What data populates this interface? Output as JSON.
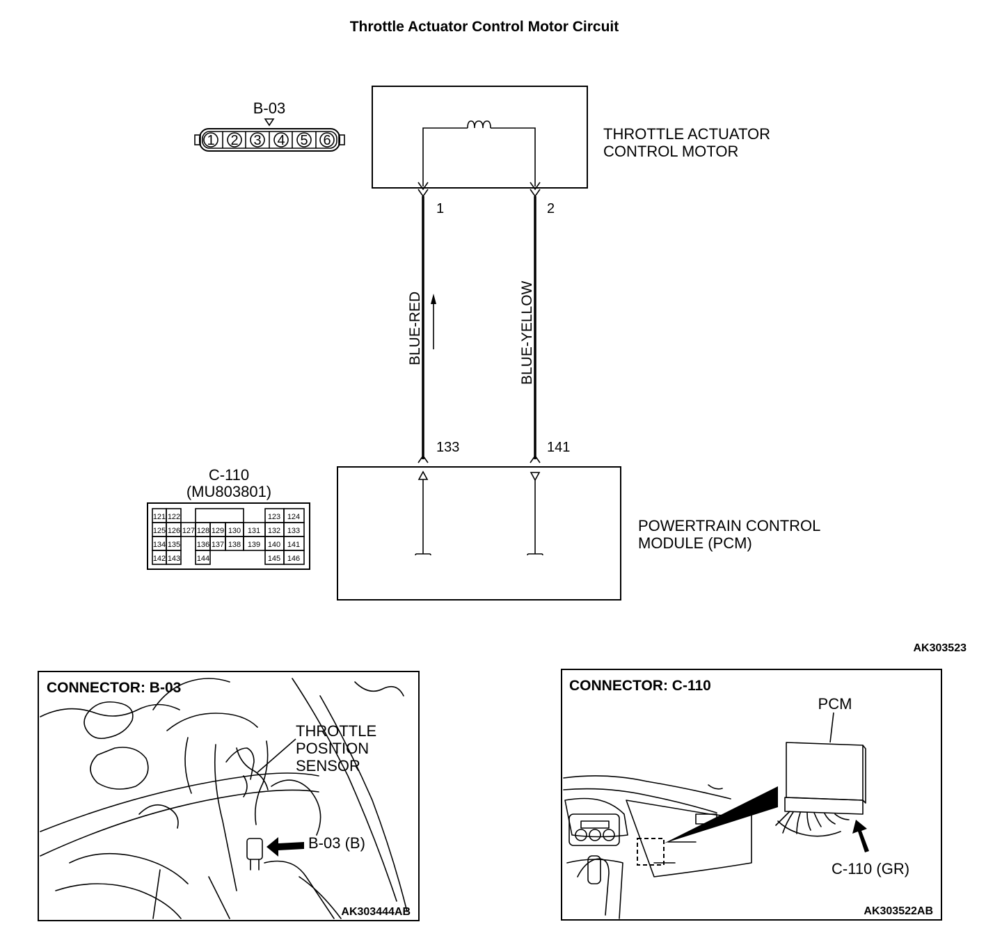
{
  "title": "Throttle Actuator Control Motor Circuit",
  "motor": {
    "label_line1": "THROTTLE ACTUATOR",
    "label_line2": "CONTROL MOTOR"
  },
  "pcm": {
    "label_line1": "POWERTRAIN CONTROL",
    "label_line2": "MODULE (PCM)"
  },
  "wires": [
    {
      "color_label": "BLUE-RED",
      "motor_pin": "1",
      "pcm_pin": "133"
    },
    {
      "color_label": "BLUE-YELLOW",
      "motor_pin": "2",
      "pcm_pin": "141"
    }
  ],
  "connector_b03": {
    "name": "B-03",
    "pins": [
      "1",
      "2",
      "3",
      "4",
      "5",
      "6"
    ]
  },
  "connector_c110": {
    "name": "C-110",
    "part": "(MU803801)",
    "rows": [
      [
        "121",
        "122",
        "",
        "",
        "",
        "",
        "",
        "",
        "123",
        "124"
      ],
      [
        "125",
        "126",
        "127",
        "128",
        "129",
        "130",
        "131",
        "132",
        "133"
      ],
      [
        "134",
        "135",
        "136",
        "137",
        "138",
        "139",
        "140",
        "141"
      ],
      [
        "142",
        "143",
        "144",
        "145",
        "146"
      ]
    ]
  },
  "figure_code": "AK303523",
  "panel_left": {
    "title": "CONNECTOR: B-03",
    "callout_line1": "THROTTLE",
    "callout_line2": "POSITION",
    "callout_line3": "SENSOR",
    "arrow_label": "B-03 (B)",
    "code": "AK303444AB"
  },
  "panel_right": {
    "title": "CONNECTOR: C-110",
    "pcm_label": "PCM",
    "arrow_label": "C-110 (GR)",
    "code": "AK303522AB"
  },
  "icons": [
    "coil-icon",
    "arrow-icon",
    "triangle-icon"
  ]
}
